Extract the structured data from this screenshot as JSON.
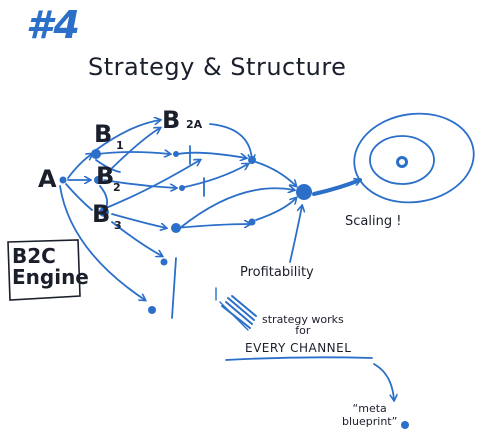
{
  "header": {
    "number": "#4",
    "title": "Strategy & Structure"
  },
  "nodes": {
    "a": "A",
    "b1": {
      "letter": "B",
      "sub": "1"
    },
    "b2": {
      "letter": "B",
      "sub": "2"
    },
    "b3": {
      "letter": "B",
      "sub": "3"
    },
    "b2a": {
      "letter": "B",
      "sub": "2A"
    }
  },
  "engine": {
    "line1": "B2C",
    "line2": "Engine"
  },
  "labels": {
    "profitability": "Profitability",
    "scaling": "Scaling !",
    "works_line1": "strategy works",
    "works_line2": "for",
    "every_channel": "EVERY CHANNEL",
    "meta_line1": "“meta",
    "meta_line2": "blueprint”"
  },
  "colors": {
    "accent": "#2b6fc9",
    "ink": "#1a1f2b"
  }
}
